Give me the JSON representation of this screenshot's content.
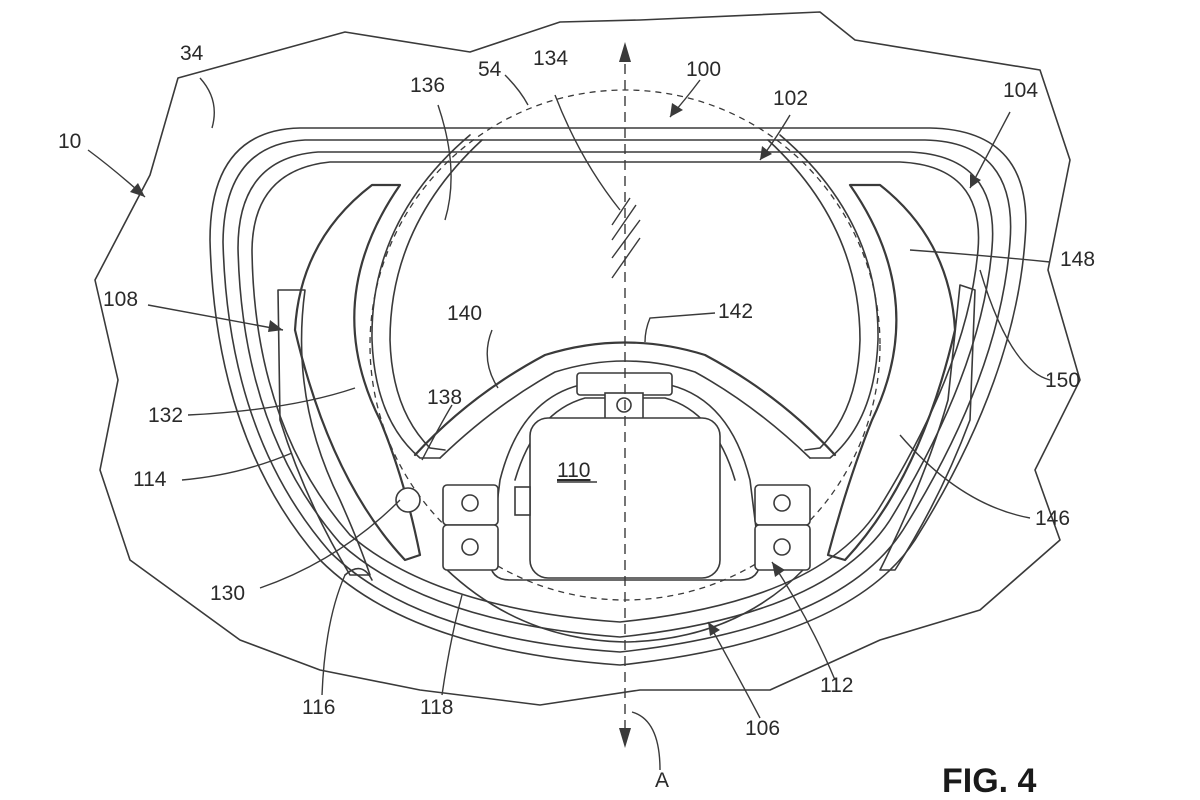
{
  "figure_label": "FIG. 4",
  "axis_label": "A",
  "reference_numerals": {
    "r10": "10",
    "r34": "34",
    "r54": "54",
    "r100": "100",
    "r102": "102",
    "r104": "104",
    "r106": "106",
    "r108": "108",
    "r110": "110",
    "r112": "112",
    "r114": "114",
    "r116": "116",
    "r118": "118",
    "r130": "130",
    "r132": "132",
    "r134": "134",
    "r136": "136",
    "r138": "138",
    "r140": "140",
    "r142": "142",
    "r146": "146",
    "r148": "148",
    "r150": "150"
  }
}
